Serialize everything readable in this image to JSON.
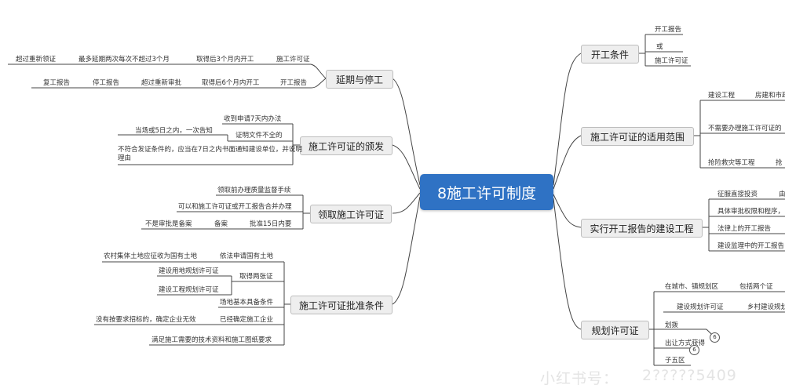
{
  "root": "8施工许可制度",
  "branches": {
    "delay": "延期与停工",
    "issue": "施工许可证的颁发",
    "receive": "领取施工许可证",
    "approval": "施工许可证批准条件",
    "start_cond": "开工条件",
    "scope": "施工许可证的适用范围",
    "report": "实行开工报告的建设工程",
    "planning": "规划许可证"
  },
  "delay": {
    "row1": [
      "超过重新领证",
      "最多延期两次每次不超过3个月",
      "取得后3个月内开工",
      "施工许可证"
    ],
    "row2": [
      "复工报告",
      "停工报告",
      "超过重新审批",
      "取得后6个月内开工",
      "开工报告"
    ]
  },
  "issue": {
    "l1": "收到申请7天内办法",
    "l2a": "当场或5日之内，一次告知",
    "l2b": "证明文件不全的",
    "l3": "不符合发证条件的，应当在7日之内书面通知建设单位，并说明理由"
  },
  "receive": {
    "l1": "领取前办理质量监督手续",
    "l2": "可以和施工许可证或开工报告合并办理",
    "l3a": "不是审批是备案",
    "l3b": "备案",
    "l3c": "批准15日内要"
  },
  "approval": {
    "l1a": "农村集体土地应征收为国有土地",
    "l1b": "依法申请国有土地",
    "l2a": "建设用地规划许可证",
    "l2b": "建设工程规划许可证",
    "l2c": "取得两张证",
    "l3": "场地基本具备条件",
    "l4a": "没有按要求招标的，确定企业无效",
    "l4b": "已经确定施工企业",
    "l5": "满足施工需要的技术资料和施工图纸要求"
  },
  "start_cond": {
    "items": [
      "开工报告",
      "或",
      "施工许可证"
    ]
  },
  "scope": {
    "l1a": "建设工程",
    "l1b": "房建和市政",
    "l2": "不需要办理施工许可证的",
    "l3a": "抢险救灾等工程",
    "l3b": "抢"
  },
  "report": {
    "l1a": "征服直接投资",
    "l1b": "由",
    "l2": "具体审批权限和程序，",
    "l3": "法律上的开工报告",
    "l4": "建设监理中的开工报告"
  },
  "planning": {
    "l1a": "在城市、镇规划区",
    "l1b": "包括两个证",
    "l2a": "建设规划许可证",
    "l2b": "乡村建设规划",
    "l3": "划拨",
    "l4": "出让方式获得",
    "l5": "子五区",
    "badges": [
      "6",
      "6"
    ]
  },
  "watermark": "小红书号：",
  "watermark_id": "2?????5409"
}
